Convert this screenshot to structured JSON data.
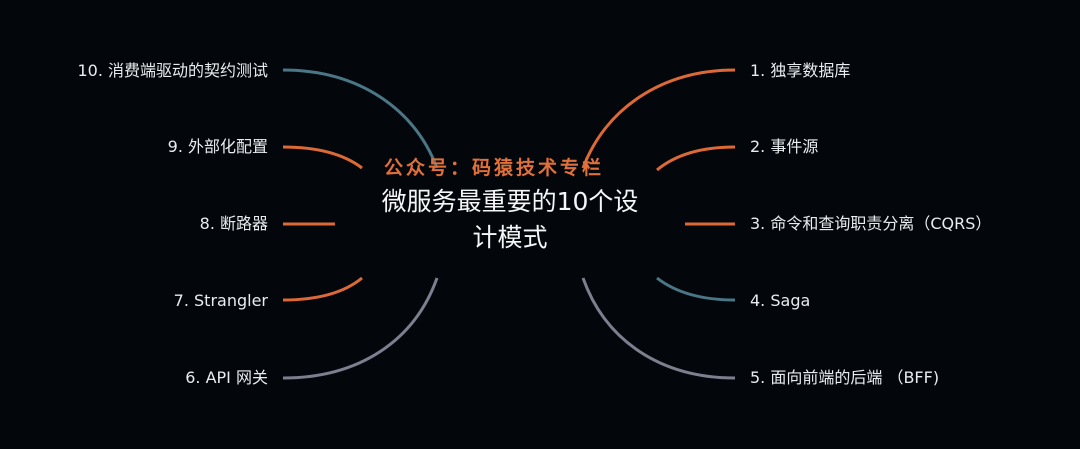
{
  "diagram": {
    "type": "mindmap",
    "central_topic": {
      "line1": "微服务最重要的10个设",
      "line2": "计模式"
    },
    "watermark": "公众号：码猿技术专栏",
    "colors": {
      "background": "#03070b",
      "text": "#e9ecef",
      "orange": "#dd6a36",
      "teal": "#4a7685",
      "gray": "#7d7f8f",
      "watermark": "#e0703a"
    },
    "branches_left": [
      {
        "label": "10. 消费端驱动的契约测试",
        "color": "teal"
      },
      {
        "label": "9. 外部化配置",
        "color": "orange"
      },
      {
        "label": "8. 断路器",
        "color": "orange"
      },
      {
        "label": "7. Strangler",
        "color": "orange"
      },
      {
        "label": "6. API 网关",
        "color": "gray"
      }
    ],
    "branches_right": [
      {
        "label": "1. 独享数据库",
        "color": "orange"
      },
      {
        "label": "2. 事件源",
        "color": "orange"
      },
      {
        "label": "3. 命令和查询职责分离（CQRS）",
        "color": "orange"
      },
      {
        "label": "4. Saga",
        "color": "teal"
      },
      {
        "label": "5. 面向前端的后端 （BFF)",
        "color": "gray"
      }
    ]
  }
}
